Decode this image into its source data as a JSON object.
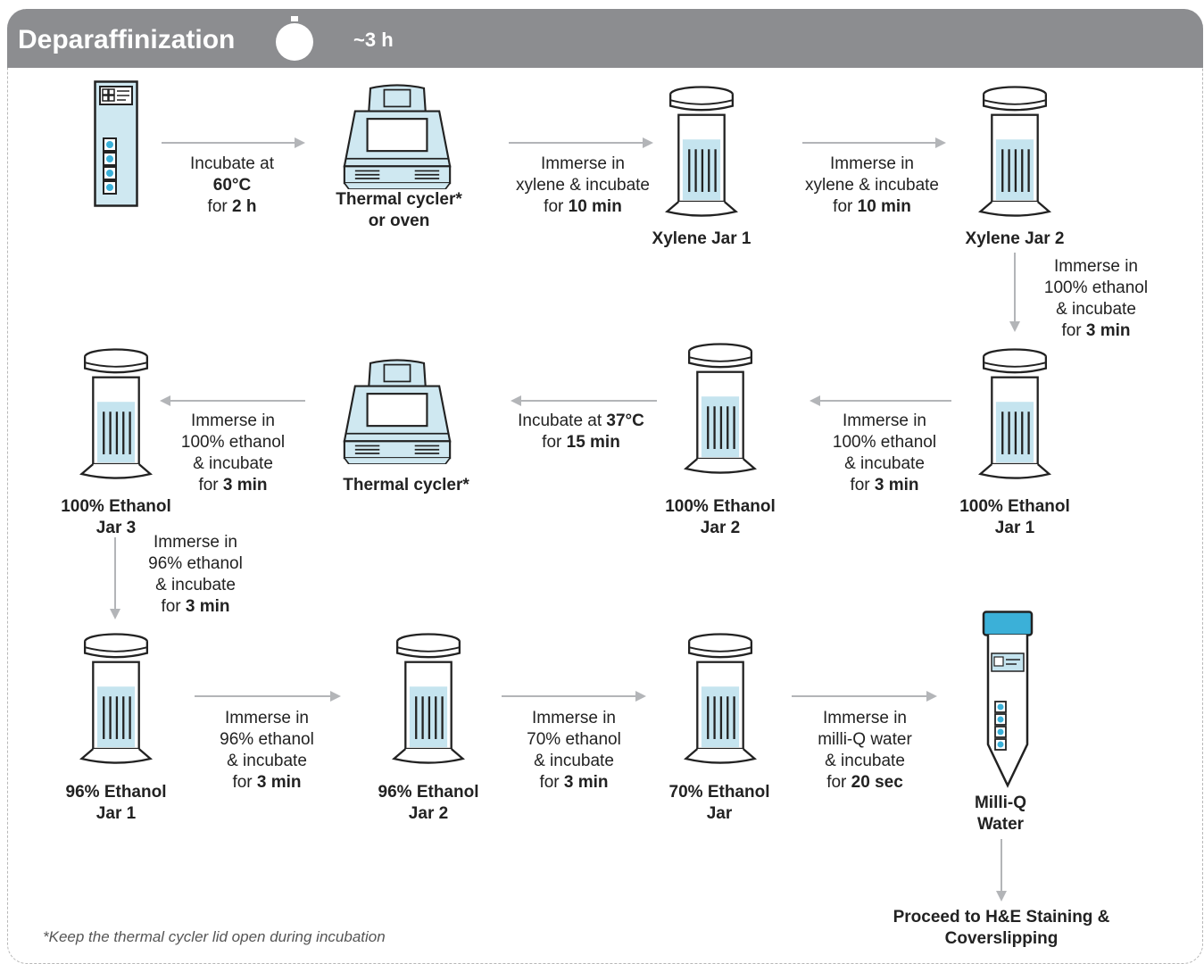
{
  "header": {
    "title": "Deparaffinization",
    "duration": "~3 h",
    "timer_icon": "stopwatch-icon"
  },
  "colors": {
    "header_bg": "#8c8d90",
    "device_fill": "#cfe8f1",
    "liquid": "#c5e4ef",
    "cap_blue": "#3bb0d8",
    "arrow": "#b3b5b8"
  },
  "nodes": {
    "slide": {
      "icon": "slide-icon"
    },
    "thermal1": {
      "label_1": "Thermal cycler*",
      "label_2": "or oven",
      "icon": "thermal-cycler-icon"
    },
    "xylene1": {
      "label": "Xylene Jar 1",
      "icon": "jar-icon"
    },
    "xylene2": {
      "label": "Xylene Jar 2",
      "icon": "jar-icon"
    },
    "eth100_1": {
      "label_1": "100% Ethanol",
      "label_2": "Jar 1",
      "icon": "jar-icon"
    },
    "eth100_2": {
      "label_1": "100% Ethanol",
      "label_2": "Jar 2",
      "icon": "jar-icon"
    },
    "thermal2": {
      "label": "Thermal cycler*",
      "icon": "thermal-cycler-icon"
    },
    "eth100_3": {
      "label_1": "100% Ethanol",
      "label_2": "Jar 3",
      "icon": "jar-icon"
    },
    "eth96_1": {
      "label_1": "96% Ethanol",
      "label_2": "Jar 1",
      "icon": "jar-icon"
    },
    "eth96_2": {
      "label_1": "96% Ethanol",
      "label_2": "Jar 2",
      "icon": "jar-icon"
    },
    "eth70": {
      "label_1": "70% Ethanol",
      "label_2": "Jar",
      "icon": "jar-icon"
    },
    "milliq": {
      "label_1": "Milli-Q",
      "label_2": "Water",
      "icon": "tube-icon"
    },
    "final": {
      "label_1": "Proceed to H&E Staining &",
      "label_2": "Coverslipping"
    }
  },
  "steps": {
    "s1": {
      "l1": "Incubate at",
      "l2": "60°C",
      "l3a": "for ",
      "l3b": "2 h"
    },
    "s2": {
      "l1": "Immerse in",
      "l2": "xylene & incubate",
      "l3a": "for ",
      "l3b": "10 min"
    },
    "s3": {
      "l1": "Immerse in",
      "l2": "xylene & incubate",
      "l3a": "for ",
      "l3b": "10 min"
    },
    "s4": {
      "l1": "Immerse in",
      "l2": "100% ethanol",
      "l3": "& incubate",
      "l4a": "for ",
      "l4b": "3 min"
    },
    "s5": {
      "l1": "Immerse in",
      "l2": "100% ethanol",
      "l3": "& incubate",
      "l4a": "for ",
      "l4b": "3 min"
    },
    "s6": {
      "l1a": "Incubate at ",
      "l1b": "37°C",
      "l2a": "for ",
      "l2b": "15 min"
    },
    "s7": {
      "l1": "Immerse in",
      "l2": "100% ethanol",
      "l3": "& incubate",
      "l4a": "for ",
      "l4b": "3 min"
    },
    "s8": {
      "l1": "Immerse in",
      "l2": "96% ethanol",
      "l3": "& incubate",
      "l4a": "for ",
      "l4b": "3 min"
    },
    "s9": {
      "l1": "Immerse in",
      "l2": "96% ethanol",
      "l3": "& incubate",
      "l4a": "for ",
      "l4b": "3 min"
    },
    "s10": {
      "l1": "Immerse in",
      "l2": "70% ethanol",
      "l3": "& incubate",
      "l4a": "for ",
      "l4b": "3 min"
    },
    "s11": {
      "l1": "Immerse in",
      "l2": "milli-Q water",
      "l3": "& incubate",
      "l4a": "for ",
      "l4b": "20 sec"
    }
  },
  "footnote": "*Keep the thermal cycler lid open during incubation"
}
